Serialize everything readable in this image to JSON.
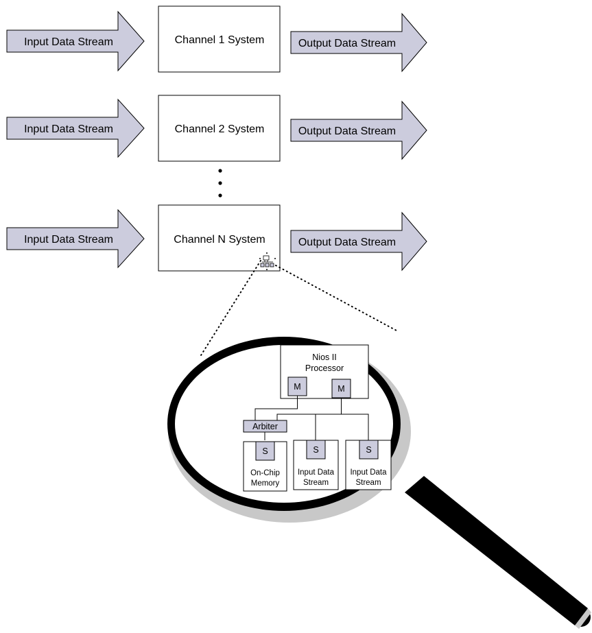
{
  "channels": [
    {
      "input_label": "Input Data Stream",
      "system_label": "Channel 1 System",
      "output_label": "Output Data Stream"
    },
    {
      "input_label": "Input Data Stream",
      "system_label": "Channel 2 System",
      "output_label": "Output Data Stream"
    },
    {
      "input_label": "Input Data Stream",
      "system_label": "Channel N System",
      "output_label": "Output Data Stream"
    }
  ],
  "zoom": {
    "processor_label_line1": "Nios II",
    "processor_label_line2": "Processor",
    "master_port_1": "M",
    "master_port_2": "M",
    "arbiter_label": "Arbiter",
    "slaves": [
      {
        "port": "S",
        "line1": "On-Chip",
        "line2": "Memory"
      },
      {
        "port": "S",
        "line1": "Input Data",
        "line2": "Stream"
      },
      {
        "port": "S",
        "line1": "Input Data",
        "line2": "Stream"
      }
    ]
  },
  "colors": {
    "arrow_fill": "#ccccdd",
    "lens_rim": "#000000",
    "lens_shadow": "#c8c8c8"
  }
}
